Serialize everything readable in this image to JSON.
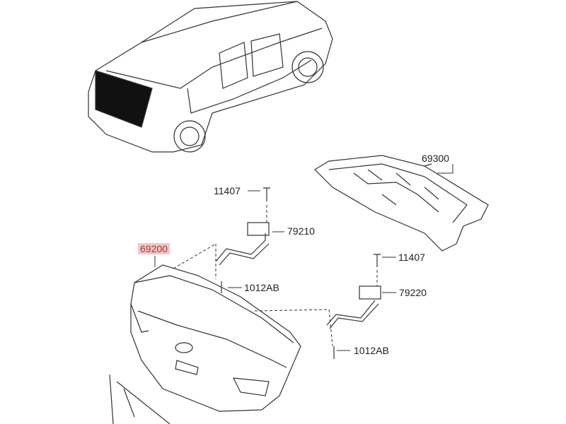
{
  "labels": {
    "l69300": "69300",
    "l11407a": "11407",
    "l79210": "79210",
    "l69200": "69200",
    "l11407b": "11407",
    "l1012a": "1012AB",
    "l79220": "79220",
    "l1012b": "1012AB"
  },
  "colors": {
    "highlight_bg": "#f4c6c6",
    "highlight_text": "#9a3c3c",
    "line": "#333333"
  }
}
